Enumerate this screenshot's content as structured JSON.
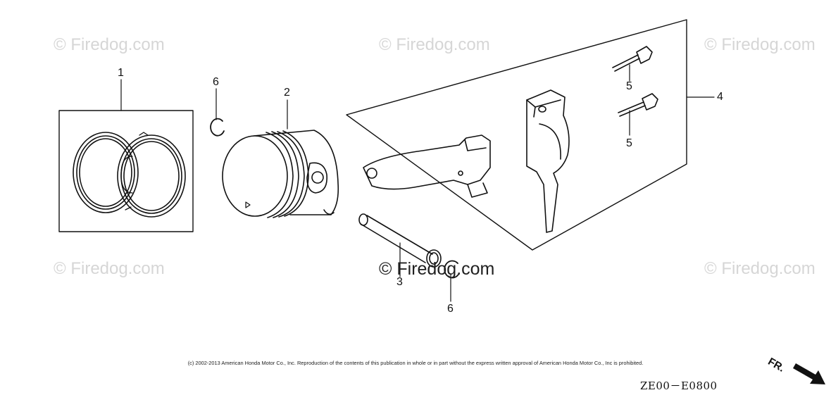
{
  "watermark": "© Firedog.com",
  "callouts": {
    "piston_ring_set": "1",
    "piston": "2",
    "piston_pin": "3",
    "connecting_rod_set": "4",
    "rod_bolt_upper": "5",
    "rod_bolt_lower": "5",
    "pin_clip_upper": "6",
    "pin_clip_lower": "6"
  },
  "copyright": "(c) 2002-2013 American Honda Motor Co., Inc. Reproduction of the contents of this publication in whole or in part without the express written approval of American Honda Motor Co., Inc is prohibited.",
  "diagram_code": "ZE00－E0800",
  "direction_label": "FR.",
  "colors": {
    "line": "#111111",
    "watermark": "#d6d6d6"
  }
}
